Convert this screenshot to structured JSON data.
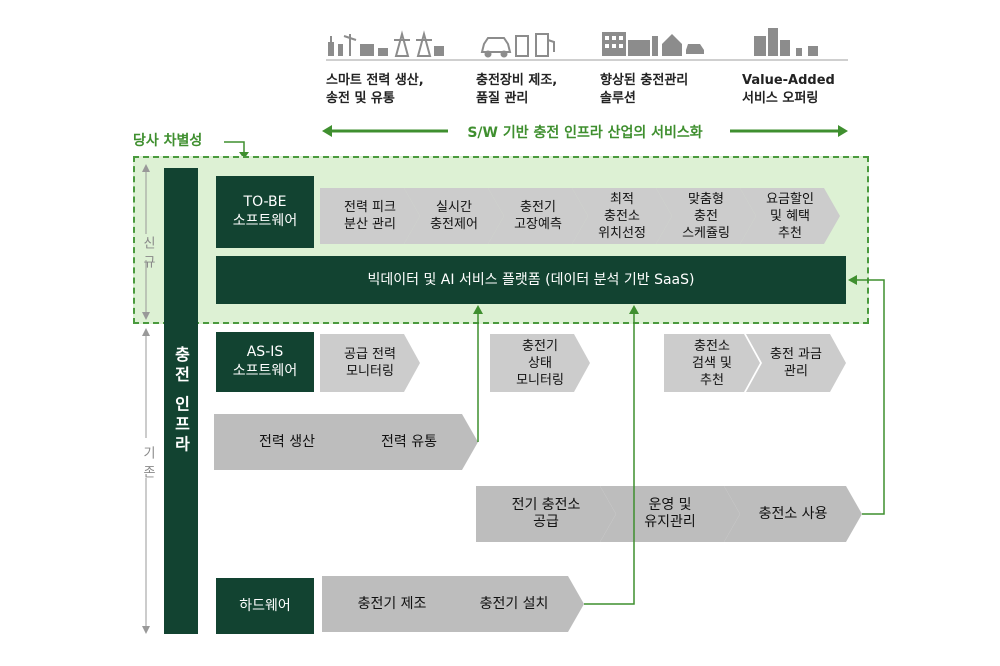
{
  "top": {
    "items": [
      {
        "line1": "스마트 전력 생산,",
        "line2": "송전 및 유통",
        "icon": "power-grid-icon"
      },
      {
        "line1": "충전장비 제조,",
        "line2": "품질 관리",
        "icon": "car-charger-icon"
      },
      {
        "line1": "향상된 충전관리",
        "line2": "솔루션",
        "icon": "station-house-icon"
      },
      {
        "line1": "Value-Added",
        "line2": "서비스 오퍼링",
        "icon": "city-buildings-icon"
      }
    ],
    "arrow_text": "S/W 기반 충전 인프라 산업의 서비스화"
  },
  "diff_label": "당사 차별성",
  "side": {
    "new": "신규",
    "existing": "기존"
  },
  "infra_label": "충전 인프라",
  "tobe": {
    "title_l1": "TO-BE",
    "title_l2": "소프트웨어",
    "chevrons": [
      {
        "l1": "전력 피크",
        "l2": "분산 관리"
      },
      {
        "l1": "실시간",
        "l2": "충전제어"
      },
      {
        "l1": "충전기",
        "l2": "고장예측"
      },
      {
        "l1": "최적",
        "l2": "충전소",
        "l3": "위치선정"
      },
      {
        "l1": "맞춤형",
        "l2": "충전",
        "l3": "스케쥴링"
      },
      {
        "l1": "요금할인",
        "l2": "및 혜택",
        "l3": "추천"
      }
    ]
  },
  "platform": "빅데이터 및 AI 서비스 플랫폼 (데이터 분석 기반 SaaS)",
  "asis": {
    "title_l1": "AS-IS",
    "title_l2": "소프트웨어",
    "chevrons": [
      {
        "l1": "공급 전력",
        "l2": "모니터링"
      },
      {
        "l1": "충전기",
        "l2": "상태",
        "l3": "모니터링"
      },
      {
        "l1": "충전소",
        "l2": "검색 및",
        "l3": "추천"
      },
      {
        "l1": "충전 과금",
        "l2": "관리"
      }
    ]
  },
  "power": {
    "gen": "전력 생산",
    "dist": "전력 유통"
  },
  "ops": {
    "supply_l1": "전기 충전소",
    "supply_l2": "공급",
    "maint_l1": "운영 및",
    "maint_l2": "유지관리",
    "use": "충전소 사용"
  },
  "hardware": {
    "title": "하드웨어",
    "mfg": "충전기 제조",
    "install": "충전기 설치"
  },
  "colors": {
    "dark_green": "#124331",
    "accent_green": "#3f8f2f",
    "zone_fill": "#ddf1d4",
    "chevron_gray": "#cccccc"
  }
}
